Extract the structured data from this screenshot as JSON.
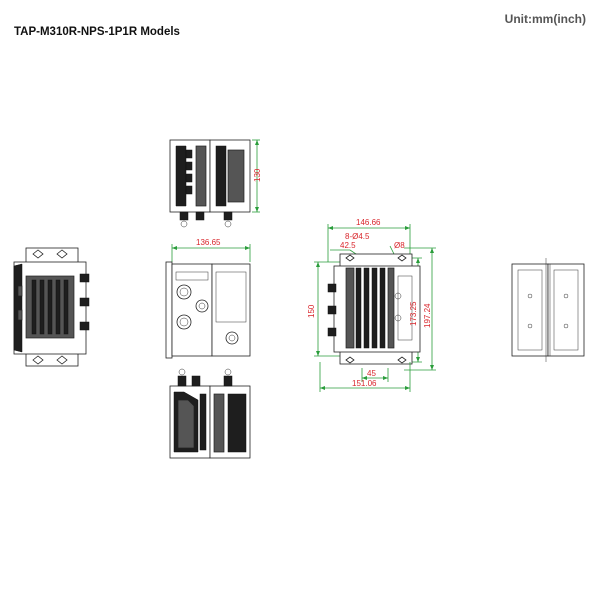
{
  "header": {
    "title": "TAP-M310R-NPS-1P1R Models",
    "unit": "Unit:mm(inch)"
  },
  "dimensions": {
    "top_view_height": "130",
    "front_view_width": "136.65",
    "rear_width": "146.66",
    "hole_label": "8-Ø4.5",
    "hole_offset": "42.5",
    "hole_diameter": "Ø8",
    "rear_height": "150",
    "rear_inner_height": "173.25",
    "rear_outer_height": "197.24",
    "bottom_offset": "45",
    "bottom_width": "151.06"
  },
  "colors": {
    "dimension_line": "#2a9d3b",
    "dimension_text": "#d9262c",
    "outline": "#222222"
  }
}
